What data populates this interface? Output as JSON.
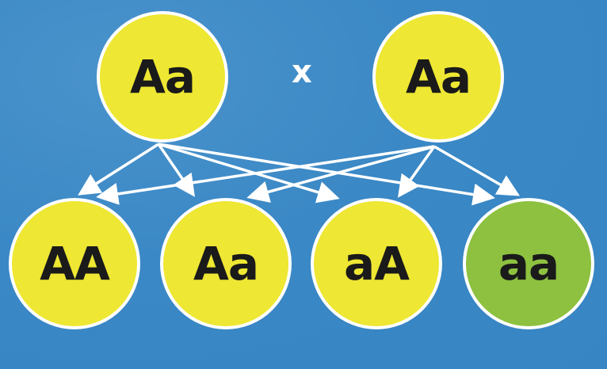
{
  "colors": {
    "background": "#3a88c5",
    "dominant": "#eee733",
    "recessive": "#8dc13f",
    "border": "#ffffff"
  },
  "parents": [
    {
      "genotype": "Aa"
    },
    {
      "genotype": "Aa"
    }
  ],
  "cross_symbol": "x",
  "offspring": [
    {
      "genotype": "AA",
      "phenotype": "dominant"
    },
    {
      "genotype": "Aa",
      "phenotype": "dominant"
    },
    {
      "genotype": "aA",
      "phenotype": "dominant"
    },
    {
      "genotype": "aa",
      "phenotype": "recessive"
    }
  ]
}
